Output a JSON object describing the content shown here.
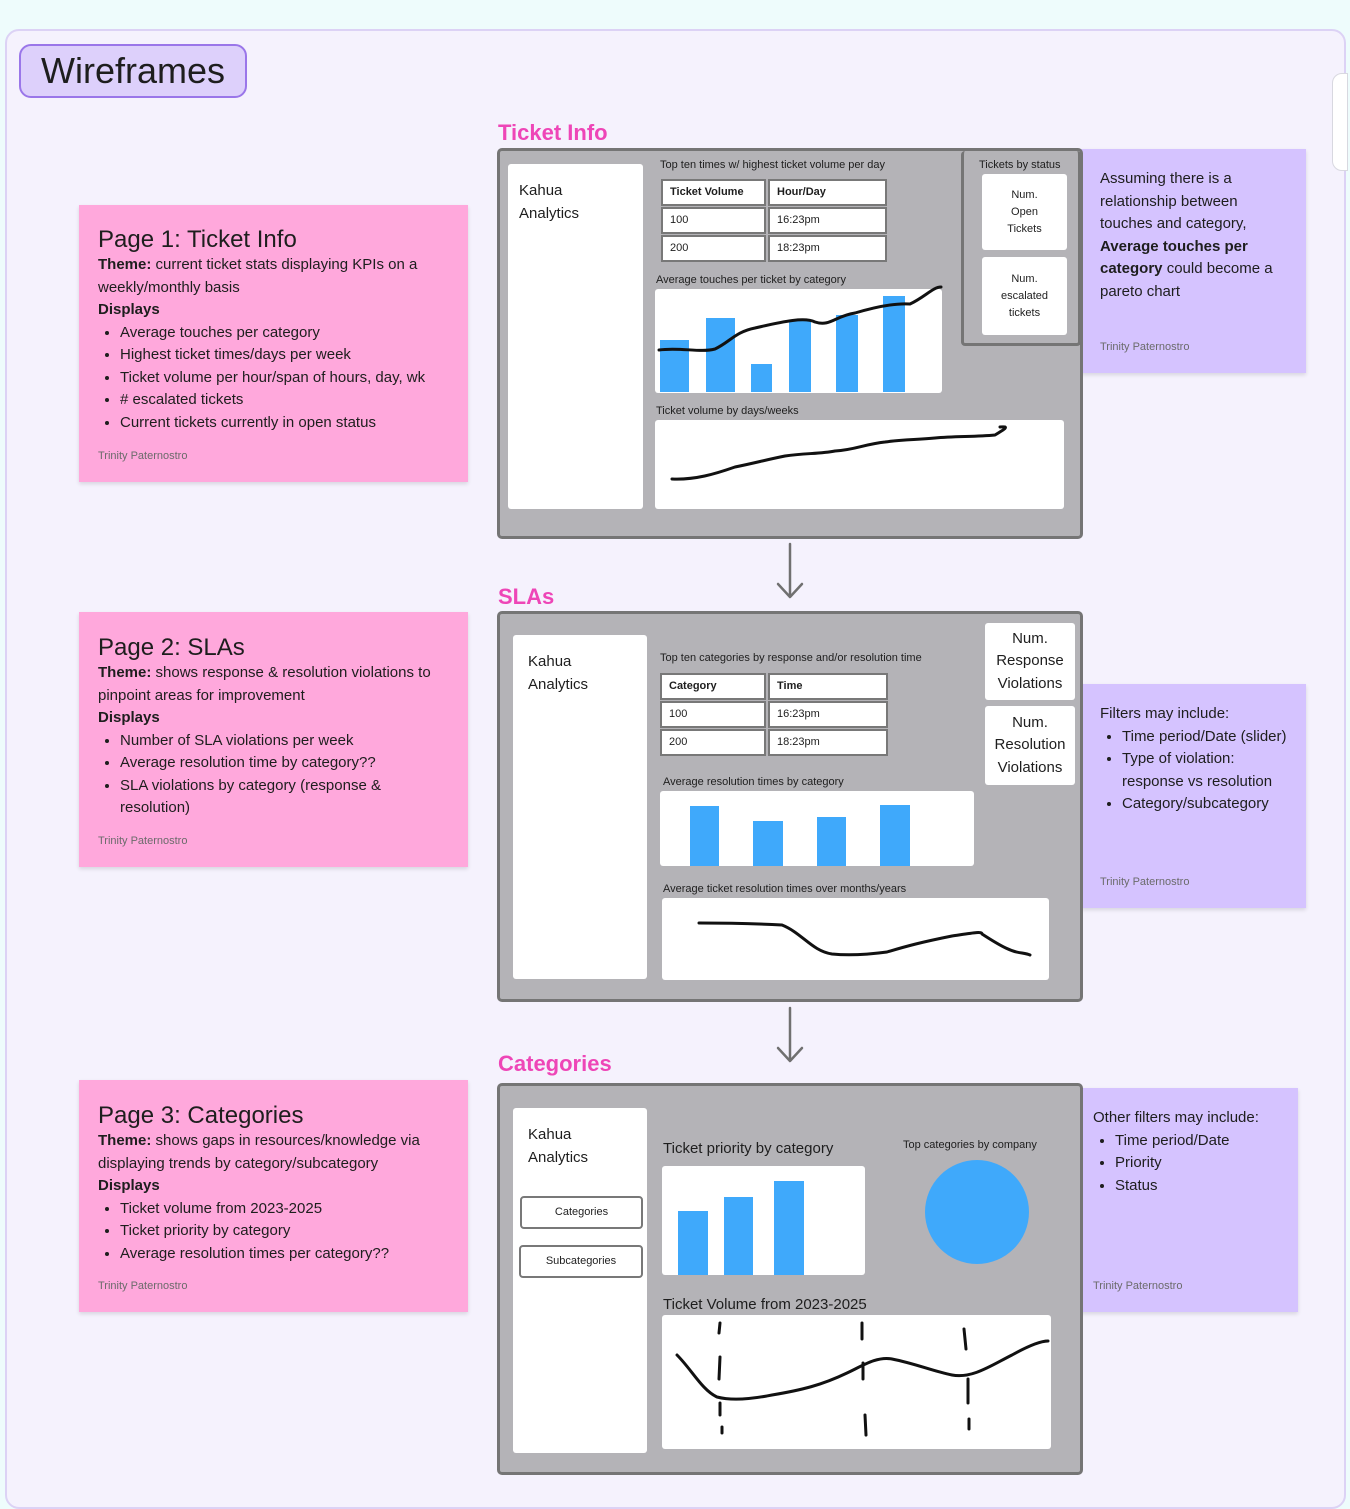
{
  "title": "Wireframes",
  "notes": {
    "page1": {
      "title": "Page 1: Ticket Info",
      "theme_label": "Theme:",
      "theme_text": " current ticket stats displaying KPIs on a weekly/monthly basis",
      "displays_label": "Displays",
      "items": [
        "Average touches per category",
        "Highest ticket times/days per week",
        "Ticket volume per hour/span of hours, day, wk",
        "# escalated tickets",
        "Current tickets currently in open status"
      ],
      "author": "Trinity Paternostro"
    },
    "page2": {
      "title": "Page 2: SLAs",
      "theme_label": "Theme:",
      "theme_text": " shows response & resolution violations to pinpoint areas for improvement",
      "displays_label": "Displays",
      "items": [
        "Number of SLA violations per week",
        "Average resolution time by category??",
        "SLA violations by category (response & resolution)"
      ],
      "author": "Trinity Paternostro"
    },
    "page3": {
      "title": "Page 3: Categories",
      "theme_label": "Theme:",
      "theme_text": " shows gaps in resources/knowledge via displaying trends by category/subcategory",
      "displays_label": "Displays",
      "items": [
        "Ticket volume from 2023-2025",
        "Ticket priority by category",
        "Average resolution times per category??"
      ],
      "author": "Trinity Paternostro"
    },
    "side1": {
      "text_before": "Assuming there is a relationship between touches and category, ",
      "text_bold": "Average touches per category",
      "text_after": " could become a pareto chart",
      "author": "Trinity Paternostro"
    },
    "side2": {
      "intro": "Filters may include:",
      "items": [
        "Time period/Date (slider)",
        "Type of violation: response vs resolution",
        "Category/subcategory"
      ],
      "author": "Trinity Paternostro"
    },
    "side3": {
      "intro": "Other filters may include:",
      "items": [
        "Time period/Date",
        "Priority",
        "Status"
      ],
      "author": "Trinity Paternostro"
    }
  },
  "wireframes": {
    "ticket_info": {
      "heading": "Ticket Info",
      "nav_title_1": "Kahua",
      "nav_title_2": "Analytics",
      "table_title": "Top ten times w/ highest ticket volume per day",
      "table_headers": [
        "Ticket Volume",
        "Hour/Day"
      ],
      "table_rows": [
        [
          "100",
          "16:23pm"
        ],
        [
          "200",
          "18:23pm"
        ]
      ],
      "status_title": "Tickets by status",
      "kpi_open": [
        "Num.",
        "Open",
        "Tickets"
      ],
      "kpi_escalated": [
        "Num.",
        "escalated",
        "tickets"
      ],
      "chart1_title": "Average touches per ticket by category",
      "chart2_title": "Ticket volume by days/weeks"
    },
    "slas": {
      "heading": "SLAs",
      "nav_title_1": "Kahua",
      "nav_title_2": "Analytics",
      "table_title": "Top ten categories by response and/or resolution time",
      "table_headers": [
        "Category",
        "Time"
      ],
      "table_rows": [
        [
          "100",
          "16:23pm"
        ],
        [
          "200",
          "18:23pm"
        ]
      ],
      "kpi_response": [
        "Num.",
        "Response",
        "Violations"
      ],
      "kpi_resolution": [
        "Num.",
        "Resolution",
        "Violations"
      ],
      "chart1_title": "Average resolution times by category",
      "chart2_title": "Average ticket resolution times over months/years"
    },
    "categories": {
      "heading": "Categories",
      "nav_title_1": "Kahua",
      "nav_title_2": "Analytics",
      "button_categories": "Categories",
      "button_subcategories": "Subcategories",
      "chart1_title": "Ticket priority by category",
      "pie_title": "Top categories by company",
      "chart2_title": "Ticket Volume from 2023-2025"
    }
  },
  "colors": {
    "bar": "#3fa9fb",
    "heading_pink": "#ee46b7",
    "sticky_pink": "#ffa8dc",
    "sticky_lavender": "#d5c3ff"
  }
}
